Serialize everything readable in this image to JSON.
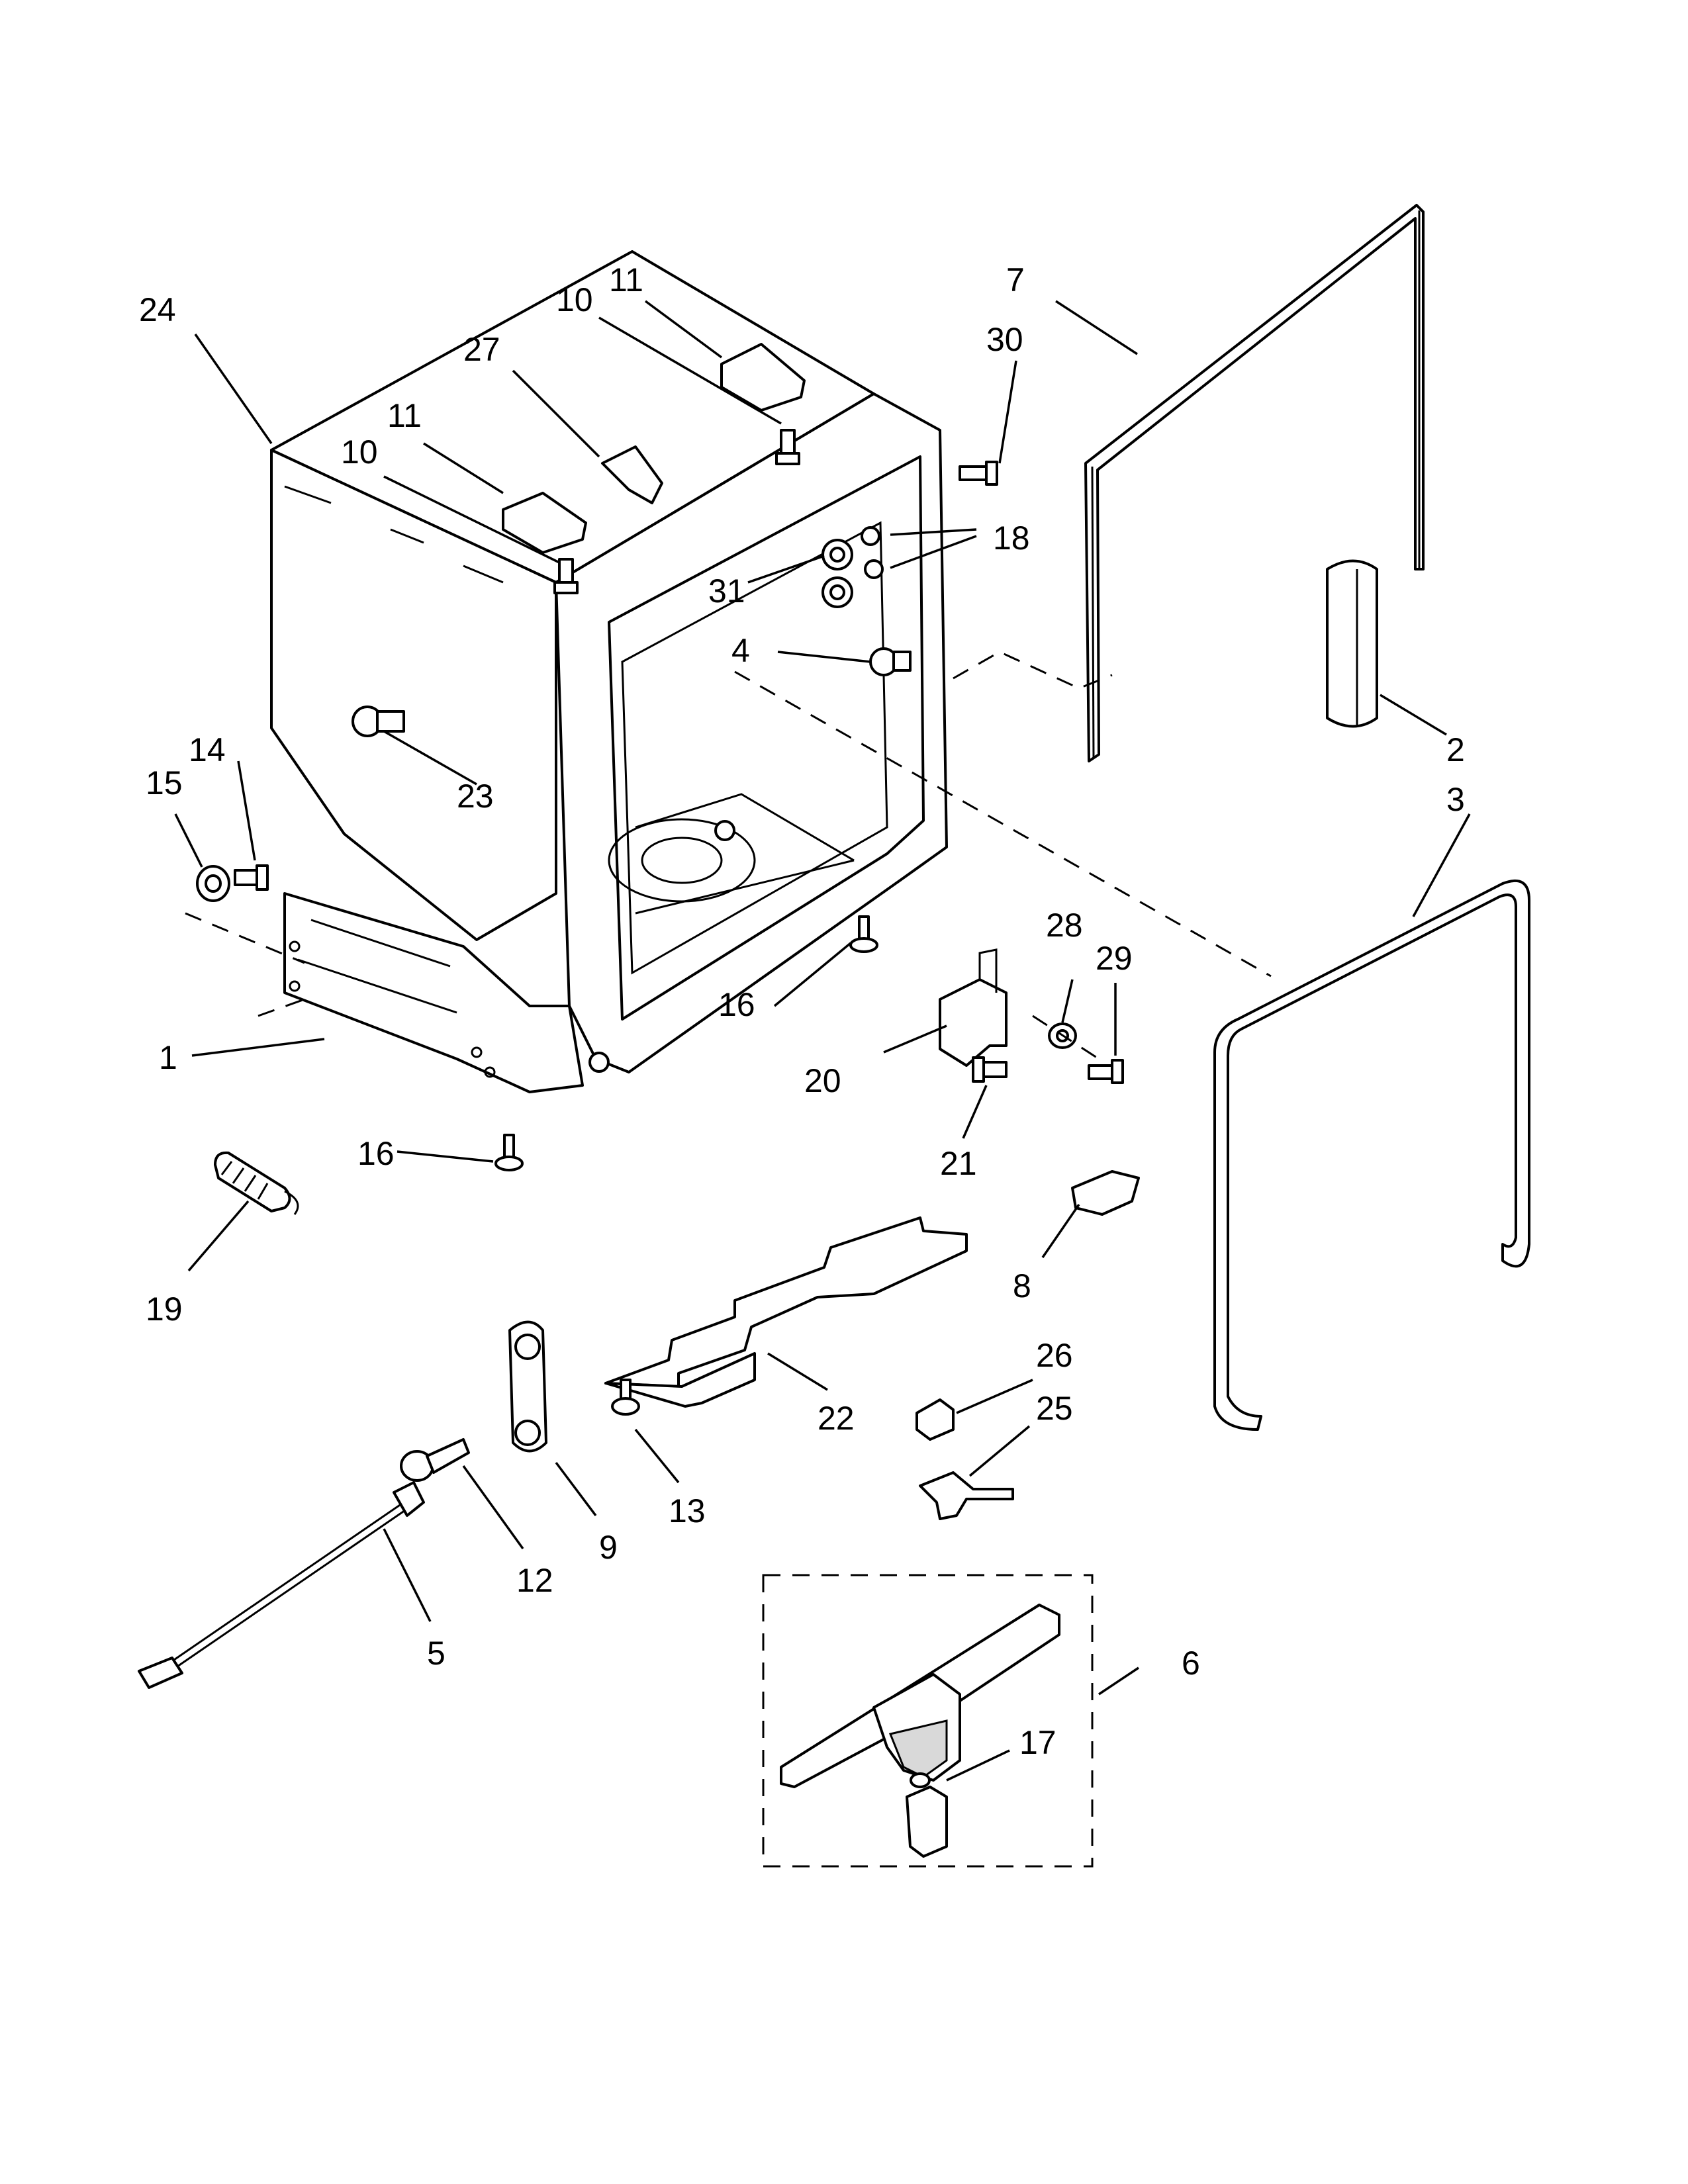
{
  "diagram": {
    "callouts": [
      {
        "id": "1",
        "label": "1"
      },
      {
        "id": "2",
        "label": "2"
      },
      {
        "id": "3",
        "label": "3"
      },
      {
        "id": "4",
        "label": "4"
      },
      {
        "id": "5",
        "label": "5"
      },
      {
        "id": "6",
        "label": "6"
      },
      {
        "id": "7",
        "label": "7"
      },
      {
        "id": "8",
        "label": "8"
      },
      {
        "id": "9",
        "label": "9"
      },
      {
        "id": "10a",
        "label": "10"
      },
      {
        "id": "10b",
        "label": "10"
      },
      {
        "id": "11a",
        "label": "11"
      },
      {
        "id": "11b",
        "label": "11"
      },
      {
        "id": "12",
        "label": "12"
      },
      {
        "id": "13",
        "label": "13"
      },
      {
        "id": "14",
        "label": "14"
      },
      {
        "id": "15",
        "label": "15"
      },
      {
        "id": "16a",
        "label": "16"
      },
      {
        "id": "16b",
        "label": "16"
      },
      {
        "id": "17",
        "label": "17"
      },
      {
        "id": "18",
        "label": "18"
      },
      {
        "id": "19",
        "label": "19"
      },
      {
        "id": "20",
        "label": "20"
      },
      {
        "id": "21",
        "label": "21"
      },
      {
        "id": "22",
        "label": "22"
      },
      {
        "id": "23",
        "label": "23"
      },
      {
        "id": "24",
        "label": "24"
      },
      {
        "id": "25",
        "label": "25"
      },
      {
        "id": "26",
        "label": "26"
      },
      {
        "id": "27",
        "label": "27"
      },
      {
        "id": "28",
        "label": "28"
      },
      {
        "id": "29",
        "label": "29"
      },
      {
        "id": "30",
        "label": "30"
      },
      {
        "id": "31",
        "label": "31"
      }
    ]
  }
}
